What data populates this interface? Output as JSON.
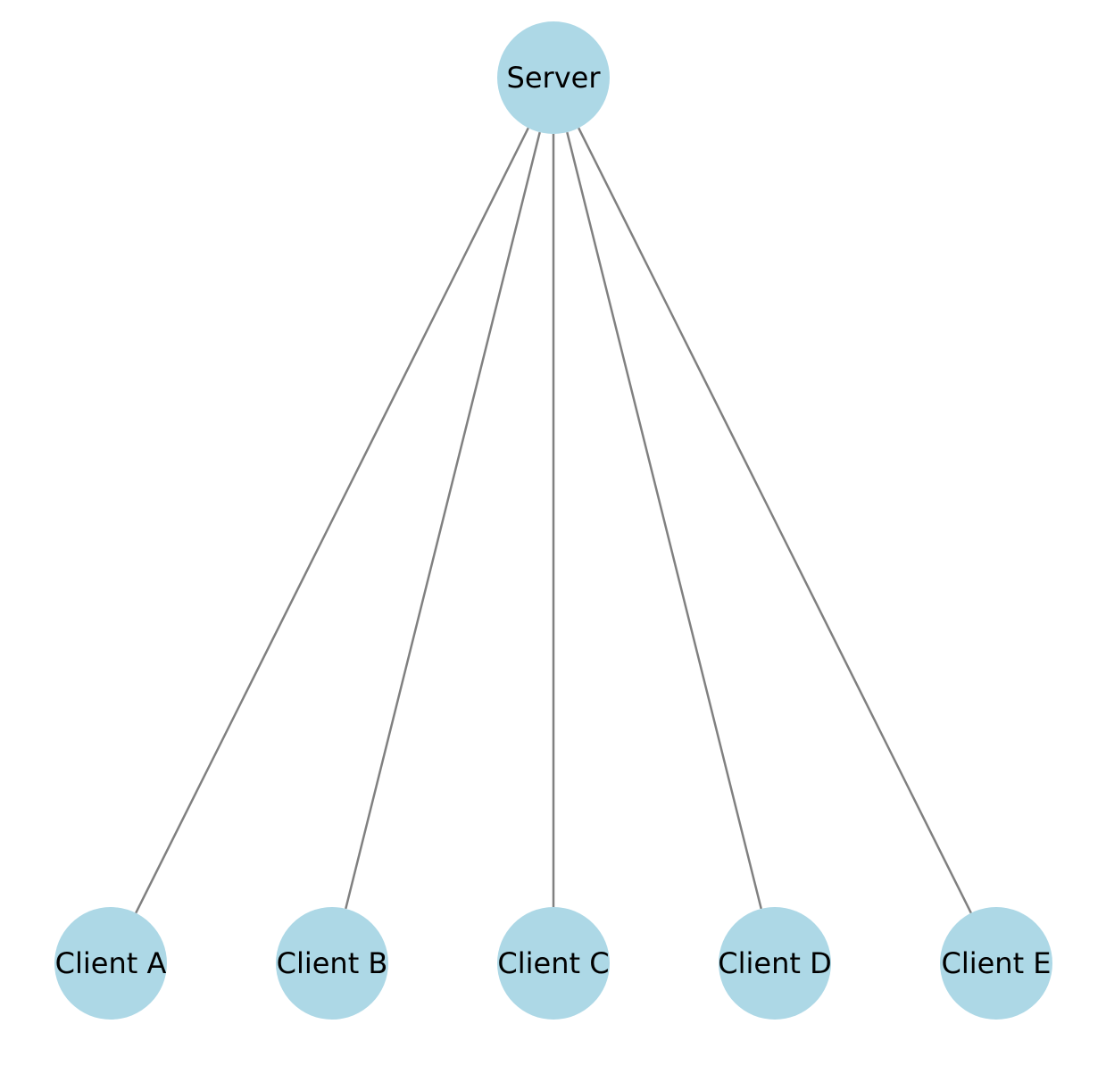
{
  "diagram": {
    "colors": {
      "node_fill": "#add8e6",
      "edge_stroke": "#808080",
      "label_color": "#000000"
    },
    "nodes": [
      {
        "id": "server",
        "label": "Server"
      },
      {
        "id": "client-a",
        "label": "Client A"
      },
      {
        "id": "client-b",
        "label": "Client B"
      },
      {
        "id": "client-c",
        "label": "Client C"
      },
      {
        "id": "client-d",
        "label": "Client D"
      },
      {
        "id": "client-e",
        "label": "Client E"
      }
    ],
    "edges": [
      {
        "from": "server",
        "to": "client-a"
      },
      {
        "from": "server",
        "to": "client-b"
      },
      {
        "from": "server",
        "to": "client-c"
      },
      {
        "from": "server",
        "to": "client-d"
      },
      {
        "from": "server",
        "to": "client-e"
      }
    ]
  }
}
